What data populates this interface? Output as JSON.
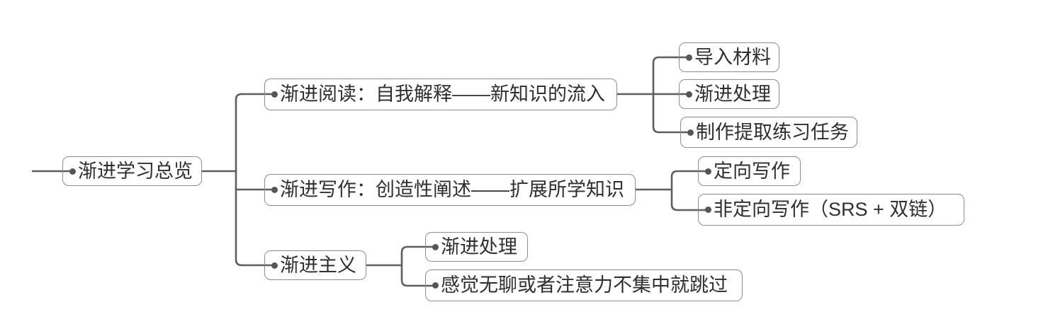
{
  "app": {
    "view": "mindmap-canvas"
  },
  "colors": {
    "line": "#5b5e63",
    "border": "#8a8c90",
    "bullet": "#54565b",
    "text": "#2e2f33",
    "background": "#ffffff"
  },
  "mindmap": {
    "root": {
      "label": "渐进学习总览"
    },
    "branches": [
      {
        "label": "渐进阅读：自我解释——新知识的流入",
        "children": [
          {
            "label": "导入材料"
          },
          {
            "label": "渐进处理"
          },
          {
            "label": "制作提取练习任务"
          }
        ]
      },
      {
        "label": "渐进写作：创造性阐述——扩展所学知识",
        "children": [
          {
            "label": "定向写作"
          },
          {
            "label": "非定向写作（SRS + 双链）"
          }
        ]
      },
      {
        "label": "渐进主义",
        "children": [
          {
            "label": "渐进处理"
          },
          {
            "label": "感觉无聊或者注意力不集中就跳过"
          }
        ]
      }
    ]
  }
}
